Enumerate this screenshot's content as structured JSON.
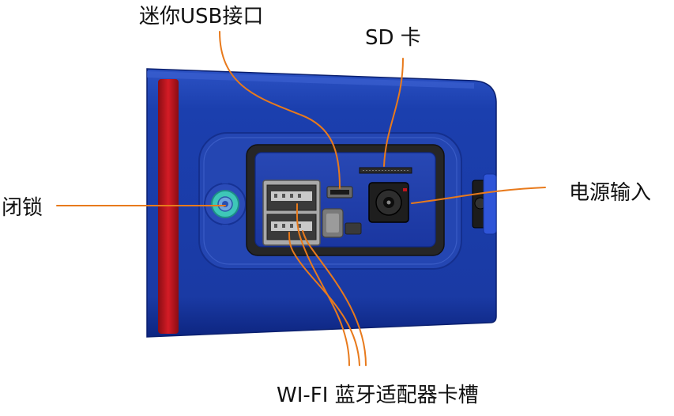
{
  "labels": {
    "mini_usb": "迷你USB接口",
    "sd_card": "SD 卡",
    "lock": "闭锁",
    "power_input": "电源输入",
    "wifi_bt_slot": "WI-FI 蓝牙适配器卡槽"
  },
  "colors": {
    "device_blue": "#1a3fae",
    "device_blue_dark": "#0d2580",
    "red_stripe": "#c0141e",
    "port_panel": "#2a2a2a",
    "lock_teal": "#3ec7b8",
    "leader_line": "#e87a1c"
  }
}
